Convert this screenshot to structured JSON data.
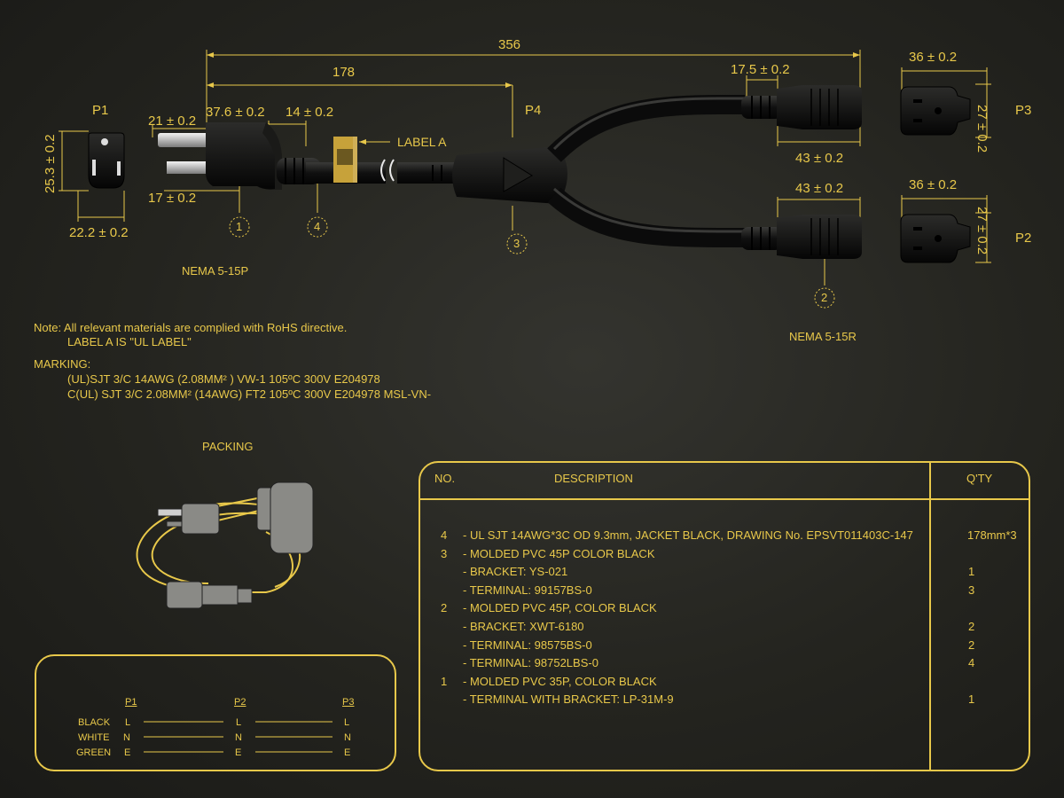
{
  "dims": {
    "total": "356",
    "half": "178",
    "p3_clip": "17.5 ± 0.2",
    "p3_len": "43 ± 0.2",
    "p2_len": "43 ± 0.2",
    "p3_w": "36 ± 0.2",
    "p3_h": "27 ± 0.2",
    "p2_w": "36 ± 0.2",
    "p2_h": "27 ± 0.2",
    "p1_h": "25.3 ± 0.2",
    "p1_w": "22.2 ± 0.2",
    "plug_a": "21 ± 0.2",
    "plug_b": "37.6 ± 0.2",
    "plug_c": "14 ± 0.2",
    "plug_d": "17 ± 0.2"
  },
  "labels": {
    "p1": "P1",
    "p2": "P2",
    "p3": "P3",
    "p4": "P4",
    "label_a": "LABEL  A",
    "nema_plug": "NEMA 5-15P",
    "nema_recept": "NEMA 5-15R",
    "callout_1": "1",
    "callout_2": "2",
    "callout_3": "3",
    "callout_4": "4"
  },
  "notes": {
    "line1": "Note: All relevant materials are complied with RoHS directive.",
    "line2": "LABEL  A  IS \"UL LABEL\"",
    "marking_title": "MARKING:",
    "marking1": "(UL)SJT 3/C 14AWG (2.08MM² ) VW-1 105ºC 300V E204978",
    "marking2": "C(UL) SJT 3/C 2.08MM² (14AWG) FT2 105ºC 300V E204978 MSL-VN-"
  },
  "packing": {
    "title": "PACKING"
  },
  "wiring": {
    "headers": [
      "P1",
      "P2",
      "P3"
    ],
    "rows": [
      {
        "color": "BLACK",
        "p1": "L",
        "p2": "L",
        "p3": "L"
      },
      {
        "color": "WHITE",
        "p1": "N",
        "p2": "N",
        "p3": "N"
      },
      {
        "color": "GREEN",
        "p1": "E",
        "p2": "E",
        "p3": "E"
      }
    ]
  },
  "bom": {
    "headers": {
      "no": "NO.",
      "desc": "DESCRIPTION",
      "qty": "Q'TY"
    },
    "rows": [
      {
        "no": "4",
        "desc": "- UL SJT 14AWG*3C OD 9.3mm, JACKET BLACK, DRAWING No. EPSVT011403C-147",
        "qty": "178mm*3"
      },
      {
        "no": "3",
        "desc": "- MOLDED PVC 45P COLOR BLACK",
        "qty": ""
      },
      {
        "no": "",
        "desc": "- BRACKET: YS-021",
        "qty": "1"
      },
      {
        "no": "",
        "desc": "- TERMINAL:  99157BS-0",
        "qty": "3"
      },
      {
        "no": "2",
        "desc": "- MOLDED PVC 45P, COLOR BLACK",
        "qty": ""
      },
      {
        "no": "",
        "desc": "- BRACKET:  XWT-6180",
        "qty": "2"
      },
      {
        "no": "",
        "desc": "- TERMINAL: 98575BS-0",
        "qty": "2"
      },
      {
        "no": "",
        "desc": "- TERMINAL: 98752LBS-0",
        "qty": "4"
      },
      {
        "no": "1",
        "desc": "- MOLDED PVC 35P, COLOR BLACK",
        "qty": ""
      },
      {
        "no": "",
        "desc": "- TERMINAL WITH BRACKET: LP-31M-9",
        "qty": "1"
      }
    ]
  }
}
